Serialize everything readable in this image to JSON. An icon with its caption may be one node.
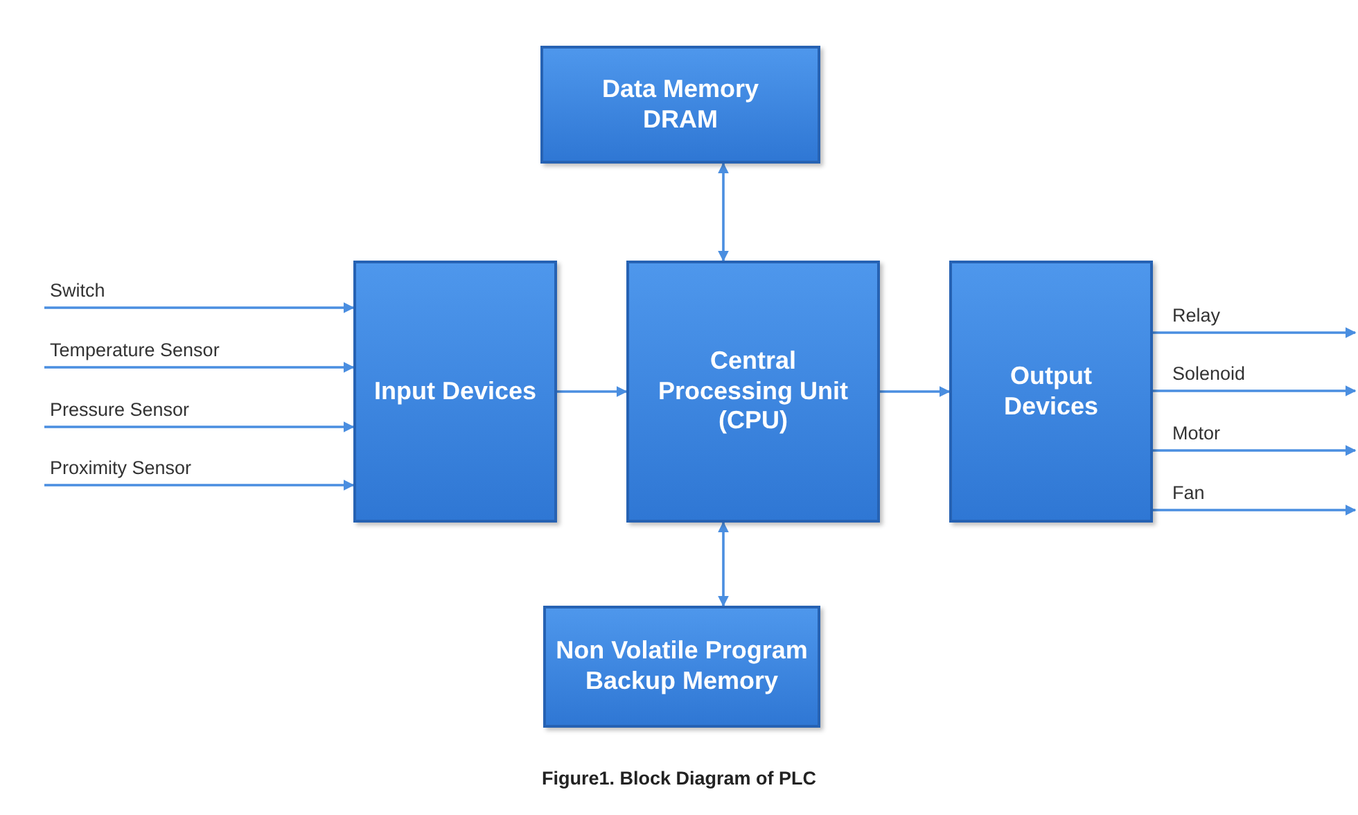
{
  "diagram": {
    "caption": "Figure1. Block Diagram of PLC",
    "nodes": [
      {
        "text": [
          "Data Memory DRAM"
        ]
      },
      {
        "text": [
          "Input Devices"
        ]
      },
      {
        "text": [
          "Central Processing Unit (CPU)"
        ]
      },
      {
        "text": [
          "Output Devices"
        ]
      },
      {
        "text": [
          "Non Volatile Program Backup Memory"
        ]
      }
    ],
    "edges": [
      {
        "from": null,
        "to": 1,
        "arrow": "to",
        "label": "Switch"
      },
      {
        "from": null,
        "to": 1,
        "arrow": "to",
        "label": "Temperature Sensor"
      },
      {
        "from": null,
        "to": 1,
        "arrow": "to",
        "label": "Pressure Sensor"
      },
      {
        "from": null,
        "to": 1,
        "arrow": "to",
        "label": "Proximity Sensor"
      },
      {
        "from": 0,
        "to": 2,
        "arrow": "both"
      },
      {
        "from": 1,
        "to": 2,
        "arrow": "to"
      },
      {
        "from": 2,
        "to": 3,
        "arrow": "to"
      },
      {
        "from": 3,
        "to": null,
        "arrow": "to",
        "label": "Relay"
      },
      {
        "from": 3,
        "to": null,
        "arrow": "to",
        "label": "Solenoid"
      },
      {
        "from": 3,
        "to": null,
        "arrow": "to",
        "label": "Motor"
      },
      {
        "from": 3,
        "to": null,
        "arrow": "to",
        "label": "Fan"
      },
      {
        "from": 2,
        "to": 4,
        "arrow": "both"
      }
    ]
  }
}
